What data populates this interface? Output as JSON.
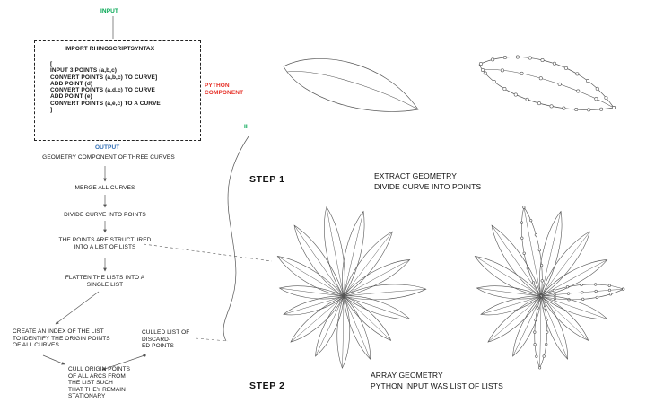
{
  "canvas": {
    "bg": "#ffffff",
    "line_color": "#555555"
  },
  "colors": {
    "input_green": "#00a651",
    "output_blue": "#2f6db5",
    "python_red": "#e63229",
    "text": "#161616"
  },
  "flowchart": {
    "input_label": "INPUT",
    "python_box": {
      "title": "IMPORT RHINOSCRIPTSYNTAX",
      "code_lines": [
        "[",
        "INPUT 3 POINTS (a,b,c)",
        "CONVERT POINTS (a,b,c) TO CURVE]",
        "ADD POINT (d)",
        "CONVERT POINTS (a,d,c) TO CURVE",
        "ADD POINT (e)",
        "CONVERT POINTS (a,e,c) TO A CURVE",
        "]"
      ]
    },
    "python_component_label": "PYTHON\nCOMPONENT",
    "output_label": "OUTPUT",
    "nodes": {
      "geometry": "GEOMETRY COMPONENT OF THREE CURVES",
      "merge": "MERGE ALL CURVES",
      "divide": "DIVIDE CURVE INTO POINTS",
      "structured": "THE POINTS ARE STRUCTURED\nINTO A LIST OF LISTS",
      "flatten": "FLATTEN THE LISTS INTO A\nSINGLE LIST",
      "index": "CREATE AN INDEX OF THE LIST\nTO IDENTIFY THE ORIGIN POINTS\nOF ALL CURVES",
      "culled": "CULLED LIST OF DISCARD-\nED POINTS",
      "cull": "CULL ORIGIN POINTS\nOF ALL ARCS FROM\nTHE LIST SUCH\nTHAT THEY REMAIN\nSTATIONARY"
    },
    "connector_label": "II"
  },
  "steps": {
    "step1": {
      "label": "STEP 1",
      "caption": "EXTRACT GEOMETRY\nDIVIDE CURVE INTO POINTS"
    },
    "step2": {
      "label": "STEP 2",
      "caption": "ARRAY GEOMETRY\nPYTHON INPUT WAS LIST OF LISTS"
    }
  }
}
